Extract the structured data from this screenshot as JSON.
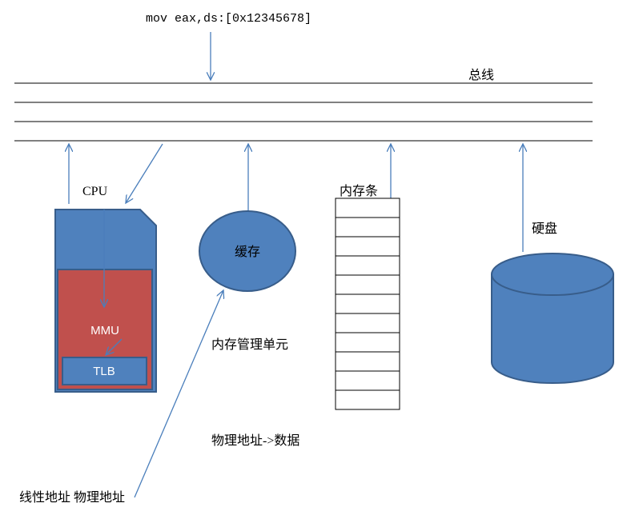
{
  "instruction": "mov eax,ds:[0x12345678]",
  "bus_label": "总线",
  "cpu": {
    "label": "CPU",
    "mmu_label": "MMU",
    "tlb_label": "TLB"
  },
  "cache_label": "缓存",
  "memory_stick_label": "内存条",
  "disk_label": "硬盘",
  "mmu_full_label": "内存管理单元",
  "phys_to_data_label": "物理地址->数据",
  "linear_physical_label": "线性地址 物理地址",
  "colors": {
    "blue_fill": "#4f81bd",
    "blue_stroke": "#385d8a",
    "red_fill": "#c0504d",
    "arrow": "#4a7ebb",
    "line": "#000000"
  }
}
